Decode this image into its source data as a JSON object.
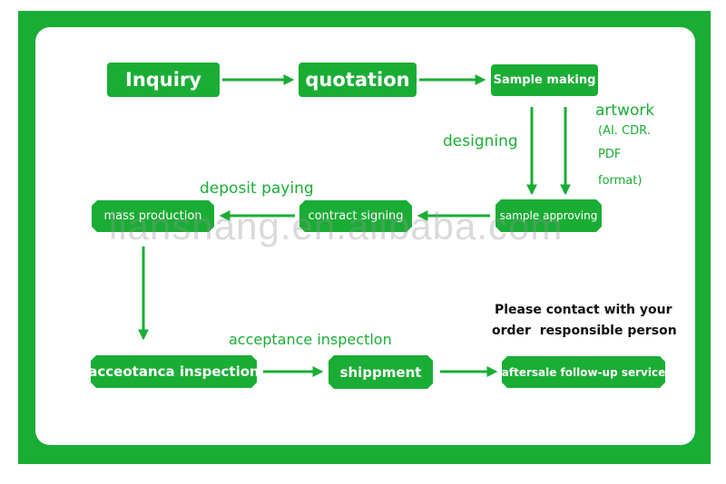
{
  "colors": {
    "brand_green": "#1aad35",
    "text_dark": "#111111"
  },
  "nodes": {
    "inquiry": "Inquiry",
    "quotation": "quotation",
    "sample_making": "Sample making",
    "sample_approving": "sample approving",
    "contract_signing": "contract signing",
    "mass_production": "mass production",
    "acceptance_inspection": "acceotanca inspection",
    "shippment": "shippment",
    "aftersale": "aftersale follow-up service"
  },
  "labels": {
    "artwork": "artwork",
    "artwork_formats": [
      "(AI. CDR.",
      "PDF",
      "format)"
    ],
    "designing": "designing",
    "deposit_paying": "deposit paying",
    "acceptance_inspection": "acceptance inspectlon",
    "contact_note": [
      "Please contact with your",
      "order  responsible person"
    ]
  },
  "watermark": "lianshang.en.alibaba.com"
}
